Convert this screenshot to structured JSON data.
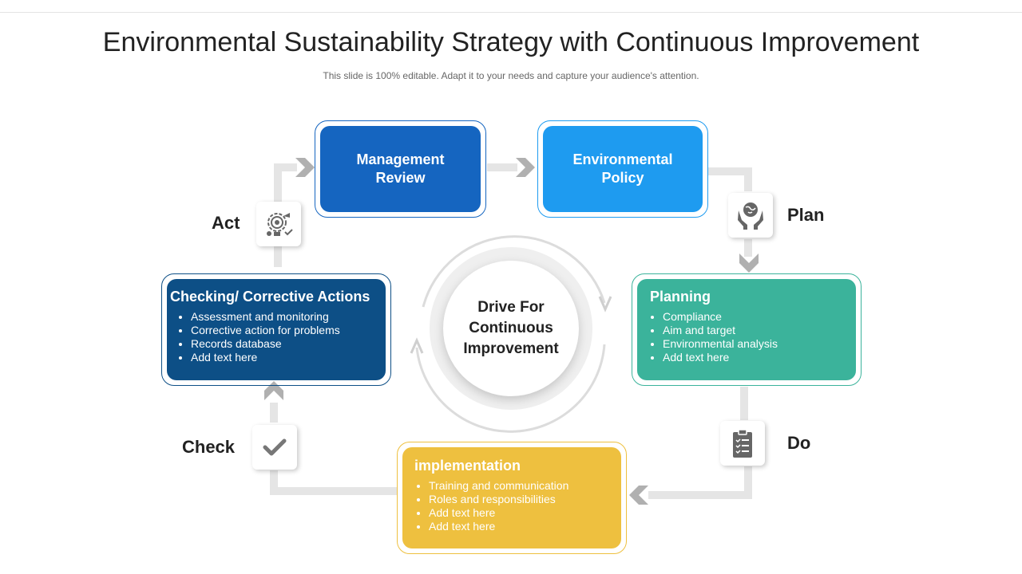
{
  "header": {
    "title": "Environmental Sustainability Strategy with Continuous Improvement",
    "subtitle": "This slide is 100% editable. Adapt it to your needs and capture your audience's attention."
  },
  "center": {
    "label": "Drive For\nContinuous\nImprovement"
  },
  "phases": {
    "act": "Act",
    "plan": "Plan",
    "do": "Do",
    "check": "Check"
  },
  "cards": {
    "management_review": {
      "title": "Management\nReview",
      "color": "#1565c0"
    },
    "environmental_policy": {
      "title": "Environmental\nPolicy",
      "color": "#1e9bf0"
    },
    "planning": {
      "title": "Planning",
      "color": "#3bb39b",
      "items": [
        "Compliance",
        "Aim and target",
        "Environmental analysis",
        "Add text here"
      ]
    },
    "implementation": {
      "title": "implementation",
      "color": "#eec03f",
      "items": [
        "Training and communication",
        "Roles and responsibilities",
        "Add text here",
        "Add text here"
      ]
    },
    "checking": {
      "title": "Checking/ Corrective Actions",
      "color": "#0d4f86",
      "items": [
        "Assessment and monitoring",
        "Corrective action for problems",
        "Records database",
        "Add text here"
      ]
    }
  },
  "icons": {
    "act": "target-gear-icon",
    "plan": "globe-in-hands-icon",
    "do": "clipboard-checklist-icon",
    "check": "checkmark-icon"
  }
}
